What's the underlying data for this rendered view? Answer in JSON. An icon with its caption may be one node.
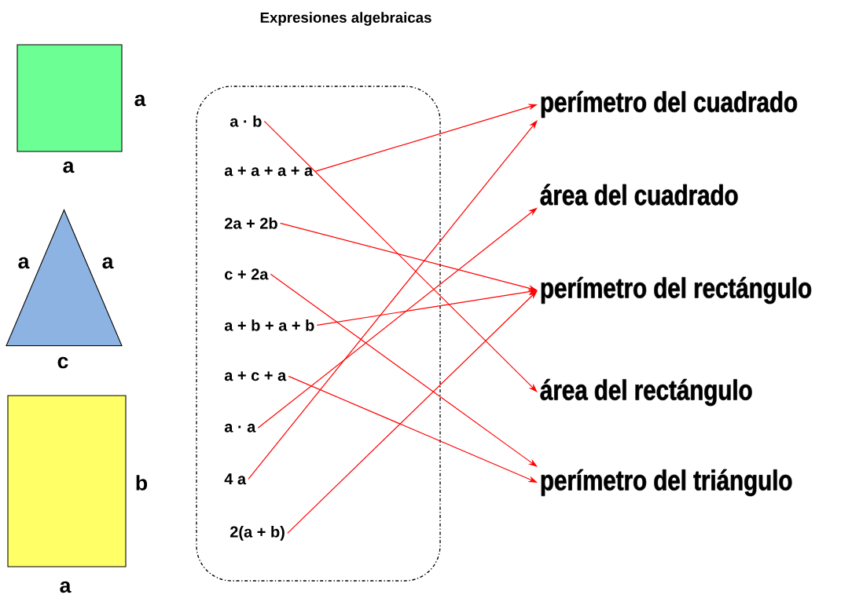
{
  "diagram": {
    "title": "Expresiones algebraicas",
    "nodes": [
      {
        "text": [],
        "shape": "box",
        "beside": [
          "a",
          "a"
        ]
      },
      {
        "text": [],
        "shape": "triangle",
        "beside": [
          "a",
          "a",
          "c"
        ]
      },
      {
        "text": [],
        "shape": "box",
        "beside": [
          "b",
          "a"
        ]
      },
      {
        "text": [],
        "shape": "box"
      },
      {
        "text": [
          "a · b"
        ],
        "in": 3
      },
      {
        "text": [
          "a + a + a + a"
        ],
        "in": 3
      },
      {
        "text": [
          "2a + 2b"
        ],
        "in": 3
      },
      {
        "text": [
          "c + 2a"
        ],
        "in": 3
      },
      {
        "text": [
          "a + b + a + b"
        ],
        "in": 3
      },
      {
        "text": [
          "a + c + a"
        ],
        "in": 3
      },
      {
        "text": [
          "a · a"
        ],
        "in": 3
      },
      {
        "text": [
          "4 a"
        ],
        "in": 3
      },
      {
        "text": [
          "2(a + b)"
        ],
        "in": 3
      },
      {
        "text": [
          "perímetro del cuadrado"
        ]
      },
      {
        "text": [
          "área del cuadrado"
        ]
      },
      {
        "text": [
          "perímetro del rectángulo"
        ]
      },
      {
        "text": [
          "área del rectángulo"
        ]
      },
      {
        "text": [
          "perímetro del triángulo"
        ]
      }
    ],
    "edges": [
      {
        "from": 4,
        "to": 16,
        "arrow": "to"
      },
      {
        "from": 5,
        "to": 13,
        "arrow": "to"
      },
      {
        "from": 6,
        "to": 15,
        "arrow": "to"
      },
      {
        "from": 7,
        "to": 17,
        "arrow": "to"
      },
      {
        "from": 8,
        "to": 15,
        "arrow": "to"
      },
      {
        "from": 9,
        "to": 17,
        "arrow": "to"
      },
      {
        "from": 10,
        "to": 14,
        "arrow": "to"
      },
      {
        "from": 11,
        "to": 13,
        "arrow": "to"
      },
      {
        "from": 12,
        "to": 15,
        "arrow": "to"
      }
    ]
  }
}
